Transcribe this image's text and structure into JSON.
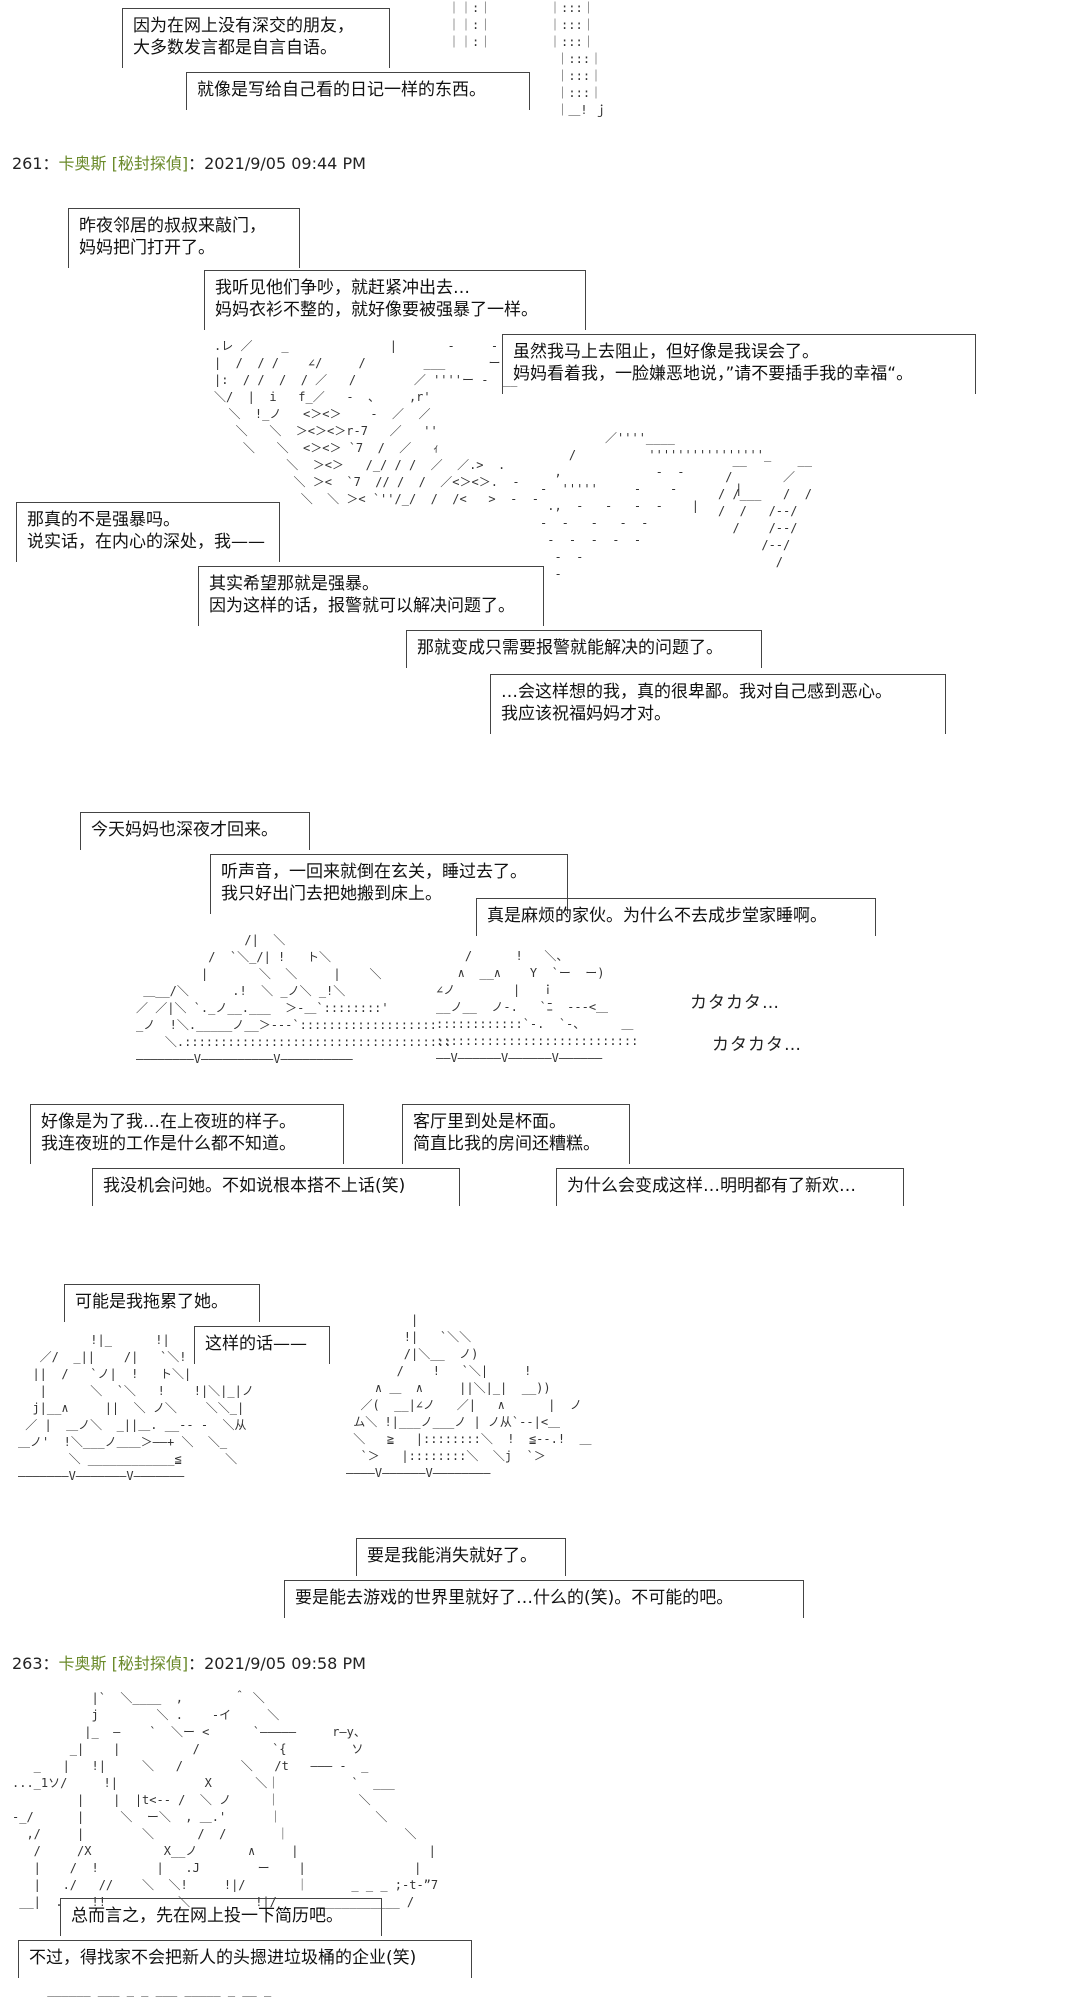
{
  "posts": [
    {
      "number": "261：",
      "author": "卡奥斯 [秘封探偵]",
      "datetime": "：2021/9/05 09:44 PM"
    },
    {
      "number": "263：",
      "author": "卡奥斯 [秘封探偵]",
      "datetime": "：2021/9/05 09:58 PM"
    }
  ],
  "bubbles": {
    "b01": "因为在网上没有深交的朋友，\n大多数发言都是自言自语。",
    "b02": "就像是写给自己看的日记一样的东西。",
    "b03": "昨夜邻居的叔叔来敲门，\n妈妈把门打开了。",
    "b04": "我听见他们争吵，就赶紧冲出去…\n妈妈衣衫不整的，就好像要被强暴了一样。",
    "b05": "虽然我马上去阻止，但好像是我误会了。\n妈妈看着我，一脸嫌恶地说，”请不要插手我的幸福“。",
    "b06": "那真的不是强暴吗。\n说实话，在内心的深处，我——",
    "b07": "其实希望那就是强暴。\n因为这样的话，报警就可以解决问题了。",
    "b08": "那就变成只需要报警就能解决的问题了。",
    "b09": "…会这样想的我，真的很卑鄙。我对自己感到恶心。\n我应该祝福妈妈才对。",
    "b10": "今天妈妈也深夜才回来。",
    "b11": "听声音，一回来就倒在玄关，睡过去了。\n我只好出门去把她搬到床上。",
    "b12": "真是麻烦的家伙。为什么不去成步堂家睡啊。",
    "b13": "好像是为了我…在上夜班的样子。\n我连夜班的工作是什么都不知道。",
    "b14": "客厅里到处是杯面。\n简直比我的房间还糟糕。",
    "b15": "我没机会问她。不如说根本搭不上话(笑)",
    "b16": "为什么会变成这样…明明都有了新欢…",
    "b17": "可能是我拖累了她。",
    "b18": "这样的话——",
    "b19": "要是我能消失就好了。",
    "b20": "要是能去游戏的世界里就好了…什么的(笑)。不可能的吧。",
    "b21": "总而言之，先在网上投一下简历吧。",
    "b22": "不过，得找家不会把新人的头摁进垃圾桶的企业(笑)"
  },
  "sfx": [
    "カタカタ…",
    "カタカタ…"
  ],
  "ascii_art": {
    "a1": "｜｜:｜        ｜:::｜\n｜｜:｜        ｜:::｜\n｜｜:｜        ｜:::｜\n               ｜:::｜\n               ｜:::｜\n               ｜:::｜\n               ｜＿! ｊ",
    "a2": ".レ ／    _              |       -     -\n|  /  / /    ∠/     /        ___      ー   _\n|:  / /  /  / ／   /        ／ ''''ー -  __\n＼/  |  i   f_／   -  、    ,r'\n  ＼  !_ノ   <＞<＞    -  ／  ／\n   ＼   ＼  ＞<＞<＞r-7   ／   ''\n    ＼   ＼  <＞<＞ `7  /  ／   ｨ\n          ＼  ＞<＞   /_/ / /  ／  ／.>  .\n           ＼ ＞<  `7  // /  /  ／<＞<＞.  -\n            ＼  ＼ ＞< `''/_/  /  /<   >  -  -",
    "a3": "         ／''''____\n    /          ''''''''''''''''_\n  ,             -  -\n-  '''''     -    -        |\n .,  -   -   -  -    |\n-  -   -   -  -\n -  -  -  -  -\n  -  -\n  -",
    "a4": "  __       __\n /       ／\n/ /___   /  /\n/  /   /--/\n  /    /--/\n      /--/\n        /",
    "a5": "               /|  ＼\n          /  `＼_/| !   ト＼\n         |       ＼  ＼     |    ＼\n ＿__/＼      .!  ＼ _ノ＼ _!＼\n／ ／|＼ `._ノ__.___  ＞-＿`::::::::'\n_ノ  !＼._____ノ__＞---`:::::::::::::::::::\n    ＼.:::::::::::::::::::::::::::::::::::::\n————————V——————————V——————————",
    "a6": "    /      !   ＼、\n   ∧  __∧    Y  `ー  ー)\n∠ノ        |   ｉ\n__ノ__  ノ-.   `ﾆ  ---<＿\n::::::::::::`-.  `-、     ＿\n::::::::::::::::::::::::::::\n——V——————V——————V——————",
    "a7": "          !|_      !|\n   ／/  _||    /|   `＼!\n  ||  /   `ノ|  !   ト＼|\n   |      ＼  `＼   !    !|＼|_|ノ\n  j|__∧     ||  ＼ ノ＼    ＼＼_|\n ／ |  ＿ノ＼  _||＿. __-- -  ＼从\n＿ノ'  !＼___ノ＿＿＞——+ ＼  ＼_\n       ＼ ____________≦      ＼\n———————V———————V———————",
    "a8": "         |\n        !|   `＼＼\n        /|＼__  ノ)\n       /    !   `＼|     !\n    ∧ ＿  ∧     ||＼|_|  __))\n  ／(  __|∠ノ   ／|   ∧      |  ノ\n ム＼ !|___ノ___ノ | ノ从`--|<＿\n ＼   ≧   |::::::::＼  !  ≦--.!  ＿\n  `＞   |::::::::＼  ＼j  `＞\n————V——————V————————",
    "a9": "           |`  ＼____  ,       ＾ ＼\n           j        ＼ .    -イ     ＼\n          |_  —    `  ＼ー <      `—————     r—y、\n        _|    |          /          `{         ソ\n   _   |   !|     ＼   /        ＼   /t   ——— -  _\n..._1ソ/     !|            X      ＼｜          `  ___\n         |    |  |t<-- /  ＼ ノ     ｜           ＼\n-_/      |     ＼  ー＼  , ＿.'      ｜             ＼\n  ,/     |        ＼      /  /       ｜                ＼\n   /     /X          X__ノ       ∧     |                  |\n   |    /  !        |   .J        ー    |               |\n   |   ./   //    ＼  ＼!     !|/       ｜      _ _ _ ;-t-”7\n __|  .    !!          ＼         !|/      ___________ /",
    "a10": " ______ ___ _ _ ___ _____ _ __ _"
  }
}
